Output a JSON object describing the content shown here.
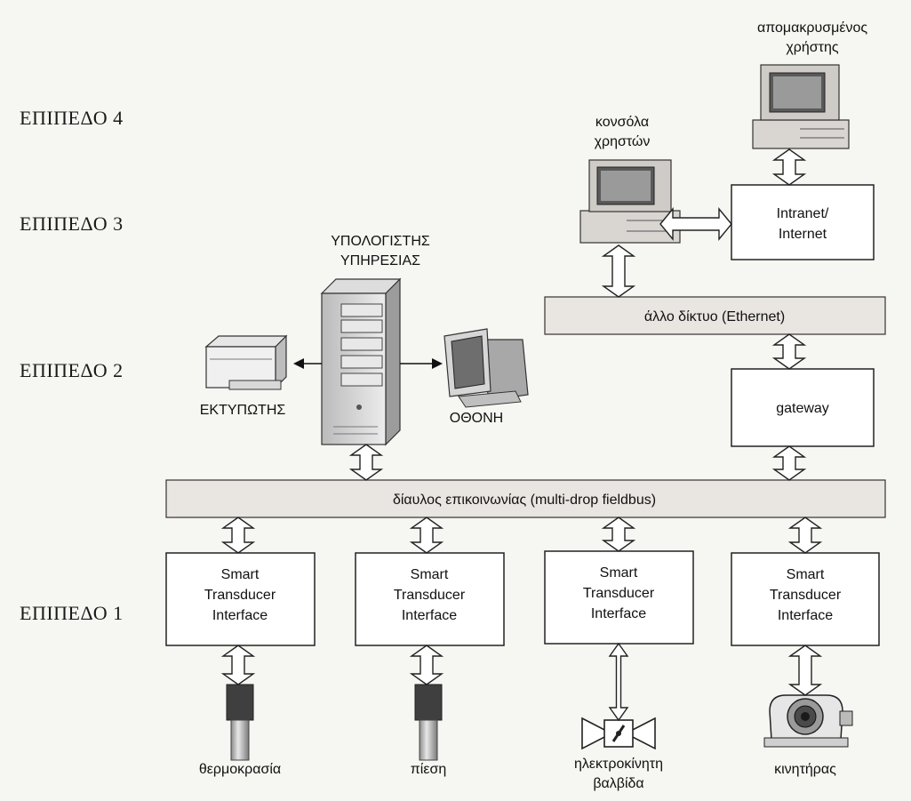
{
  "levels": [
    "ΕΠΙΠΕΔΟ 4",
    "ΕΠΙΠΕΔΟ 3",
    "ΕΠΙΠΕΔΟ 2",
    "ΕΠΙΠΕΔΟ 1"
  ],
  "remote_user": [
    "απομακρυσμένος",
    "χρήστης"
  ],
  "user_console": [
    "κονσόλα",
    "χρηστών"
  ],
  "intranet": [
    "Intranet/",
    "Internet"
  ],
  "service_computer": [
    "ΥΠΟΛΟΓΙΣΤΗΣ",
    "ΥΠΗΡΕΣΙΑΣ"
  ],
  "printer": "ΕΚΤΥΠΩΤΗΣ",
  "monitor": "ΟΘΟΝΗ",
  "ethernet": "άλλο δίκτυο (Ethernet)",
  "gateway": "gateway",
  "fieldbus": "δίαυλος επικοινωνίας (multi-drop fieldbus)",
  "transducer": [
    "Smart",
    "Transducer",
    "Interface"
  ],
  "devices": {
    "temperature": "θερμοκρασία",
    "pressure": "πίεση",
    "valve": [
      "ηλεκτροκίνητη",
      "βαλβίδα"
    ],
    "motor": "κινητήρας"
  }
}
